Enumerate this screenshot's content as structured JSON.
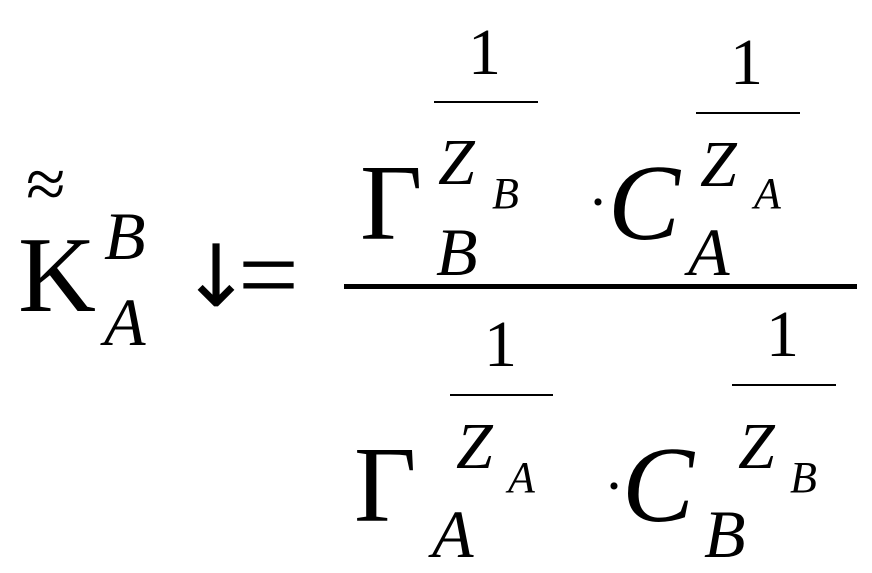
{
  "formula": {
    "lhs": {
      "symbol": "K",
      "accent": "≈",
      "superscript": "B",
      "subscript": "A",
      "arrow": "↓",
      "equals": "="
    },
    "numerator": {
      "gamma": "Γ",
      "gamma_subscript": "B",
      "gamma_exp_numerator": "1",
      "gamma_exp_z": "Z",
      "gamma_exp_z_subscript": "B",
      "dot": "·",
      "c": "C",
      "c_subscript": "A",
      "c_exp_numerator": "1",
      "c_exp_z": "Z",
      "c_exp_z_subscript": "A"
    },
    "denominator": {
      "gamma": "Γ",
      "gamma_subscript": "A",
      "gamma_exp_numerator": "1",
      "gamma_exp_z": "Z",
      "gamma_exp_z_subscript": "A",
      "dot": "·",
      "c": "C",
      "c_subscript": "B",
      "c_exp_numerator": "1",
      "c_exp_z": "Z",
      "c_exp_z_subscript": "B"
    }
  }
}
